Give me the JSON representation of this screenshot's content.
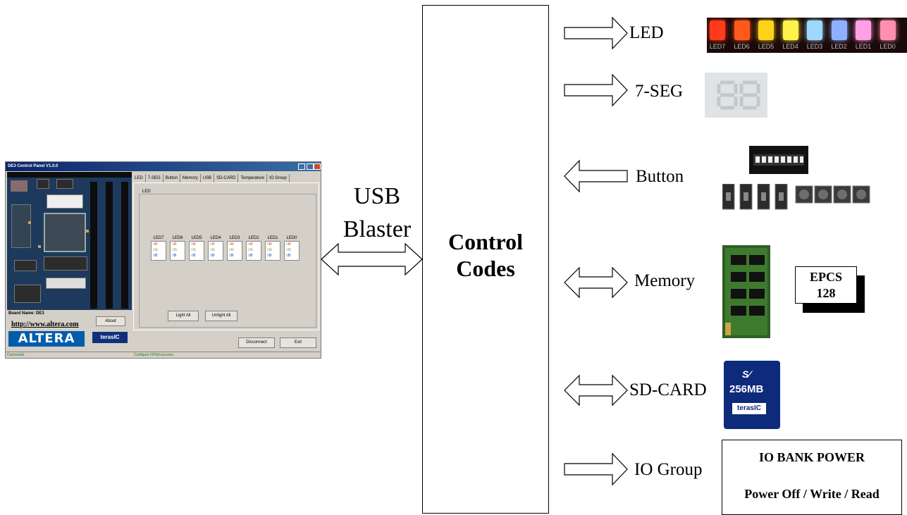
{
  "panel": {
    "title": "DE3 Control Panel V1.0.0",
    "tabs": [
      "LED",
      "7-SEG",
      "Button",
      "Memory",
      "USB",
      "SD-CARD",
      "Temperature",
      "IO Group"
    ],
    "group_label": "LED",
    "led_labels": [
      "LED7",
      "LED6",
      "LED5",
      "LED4",
      "LED3",
      "LED2",
      "LED1",
      "LED0"
    ],
    "rgb": [
      "R",
      "G",
      "B"
    ],
    "light_all": "Light All",
    "unlight_all": "Unlight All",
    "board_name": "Board Name: DE3",
    "about": "About",
    "url": "http://www.altera.com",
    "altera_logo": "ALTERA",
    "terasic_logo": "terasIC",
    "disconnect": "Disconnect",
    "exit": "Exit",
    "status_left": "Connected",
    "status_right": "Configure FPGA success"
  },
  "usb_label": [
    "USB",
    "Blaster"
  ],
  "center_label": [
    "Control",
    "Codes"
  ],
  "peripherals": {
    "led": "LED",
    "seg": "7-SEG",
    "button": "Button",
    "memory": "Memory",
    "sdcard": "SD-CARD",
    "io": "IO Group"
  },
  "led_strip_labels": [
    "LED7",
    "LED6",
    "LED5",
    "LED4",
    "LED3",
    "LED2",
    "LED1",
    "LED0"
  ],
  "led_strip_colors": [
    "#ff3b1a",
    "#ff5a1a",
    "#ffd21a",
    "#fff24a",
    "#9fd8ff",
    "#8fb0ff",
    "#ff9fe6",
    "#ff8fb0"
  ],
  "epcs": [
    "EPCS",
    "128"
  ],
  "sd_text": {
    "capacity": "256MB",
    "brand": "terasIC"
  },
  "io_box": {
    "title": "IO BANK POWER",
    "ops": "Power Off / Write / Read"
  }
}
